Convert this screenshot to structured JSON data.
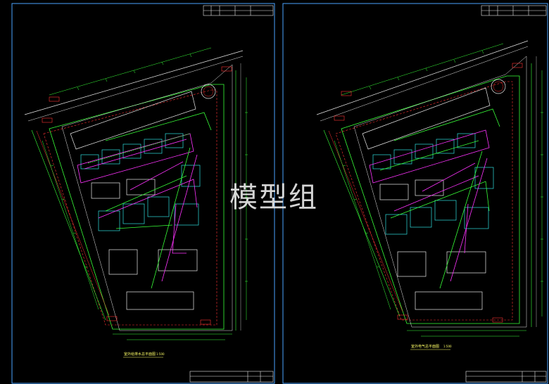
{
  "watermark": "模型组",
  "sheets": [
    {
      "caption": "室外给排水总平面图",
      "scale": "1:500",
      "colors": {
        "frame": "#4aa3ff",
        "green": "#38ff38",
        "magenta": "#ff33ff",
        "red": "#ff3333",
        "cyan": "#2fe0e0",
        "white": "#e8e8e8",
        "yellow": "#ffff66"
      }
    },
    {
      "caption": "室外电气总平面图",
      "scale": "1:500",
      "colors": {
        "frame": "#4aa3ff",
        "green": "#38ff38",
        "magenta": "#ff33ff",
        "red": "#ff3333",
        "cyan": "#2fe0e0",
        "white": "#e8e8e8",
        "yellow": "#ffff66"
      }
    }
  ]
}
